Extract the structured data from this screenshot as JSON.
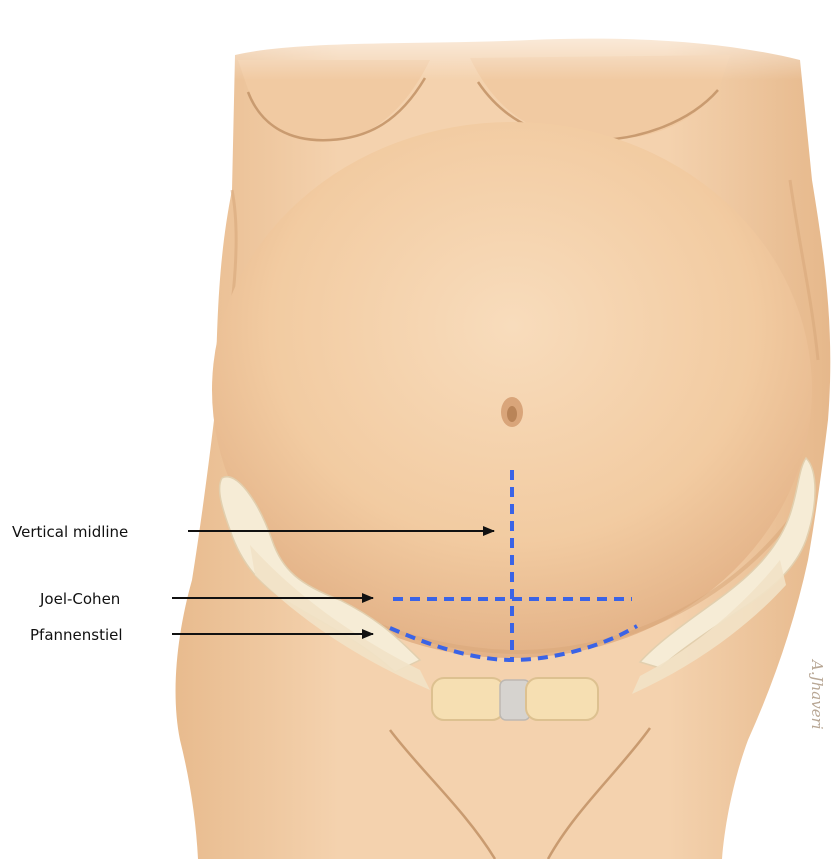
{
  "figure": {
    "labels": {
      "vertical_midline": "Vertical midline",
      "joel_cohen": "Joel-Cohen",
      "pfannenstiel": "Pfannenstiel"
    },
    "artist_signature": "A.Jhaveri",
    "colors": {
      "incision_line": "#3a63e6",
      "skin": "#f3cfa8",
      "skin_shadow": "#dcae82",
      "bone": "#f6ecd6",
      "arrow": "#111111"
    }
  }
}
